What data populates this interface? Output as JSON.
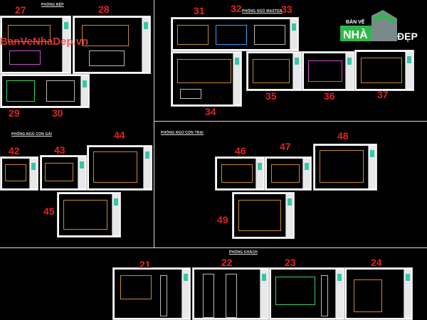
{
  "sections": {
    "kitchen": "PHÒNG BẾP",
    "master": "PHÒNG NGỦ MASTER",
    "son": "PHÒNG NGỦ CON GÁI",
    "daughter": "PHÒNG NGỦ CON TRAI",
    "living": "PHÒNG KHÁCH"
  },
  "sheets": {
    "s27": "27",
    "s28": "28",
    "s29": "29",
    "s30": "30",
    "s31": "31",
    "s32": "32",
    "s33": "33",
    "s34": "34",
    "s35": "35",
    "s36": "36",
    "s37": "37",
    "s42": "42",
    "s43": "43",
    "s44": "44",
    "s45": "45",
    "s46": "46",
    "s47": "47",
    "s48": "48",
    "s49": "49",
    "s21": "21",
    "s22": "22",
    "s23": "23",
    "s24": "24"
  },
  "watermark": {
    "text": "BanVeNhaDep.vn",
    "logo_top": "BẢN VẼ",
    "logo_left": "NHÀ",
    "logo_right": "ĐẸP"
  },
  "colors": {
    "background": "#000000",
    "sheet_number": "#e02424",
    "divider": "#d8d8d8",
    "logo_green": "#2fb84a"
  }
}
